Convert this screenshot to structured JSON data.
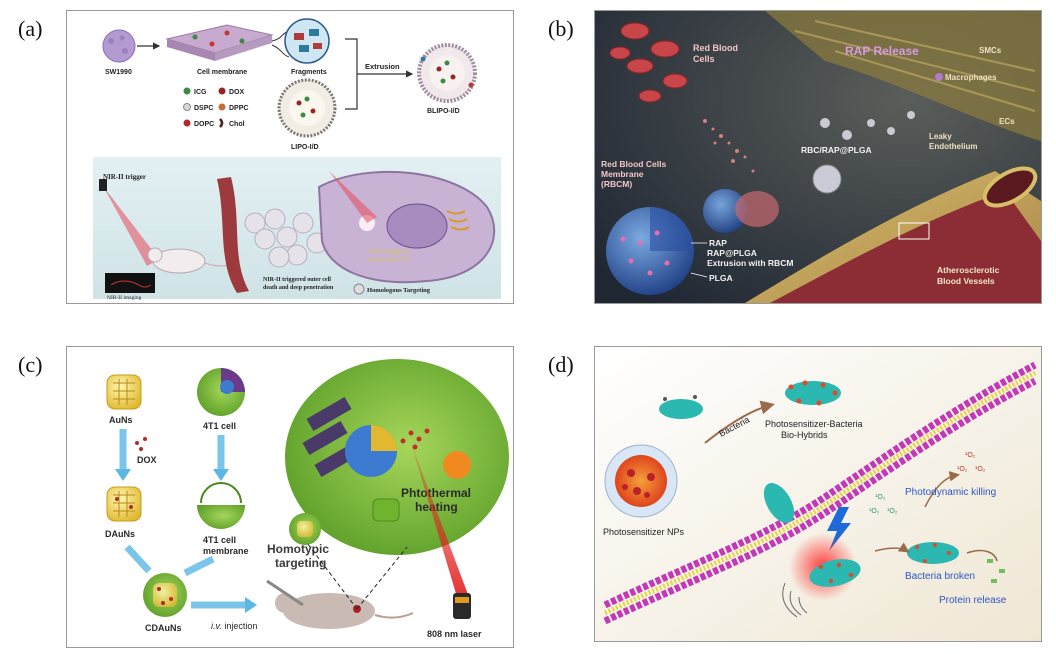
{
  "labels": {
    "a": "(a)",
    "b": "(b)",
    "c": "(c)",
    "d": "(d)"
  },
  "panel_a": {
    "sw1990": "SW1990",
    "cell_membrane": "Cell membrane",
    "fragments": "Fragments",
    "extrusion": "Extrusion",
    "lipo": "LIPO-I/D",
    "blipo": "BLIPO-I/D",
    "legend": {
      "icg": "ICG",
      "dox": "DOX",
      "dspc": "DSPC",
      "dppc": "DPPC",
      "dopc": "DOPC",
      "chol": "Chol"
    },
    "nir_trigger": "NIR-II trigger",
    "nir_imaging": "NIR-II imaging",
    "outer_death_1": "NIR-II triggered outer cell",
    "outer_death_2": "death and deep penetration",
    "ptt_1": "NIR-II triggered",
    "ptt_2": "fractionated PTT",
    "homologous": "Homologous Targeting"
  },
  "panel_b": {
    "rbc": [
      "Red Blood",
      "Cells"
    ],
    "rap_release": "RAP Release",
    "smcs": "SMCs",
    "macrophages": "Macrophages",
    "ecs": "ECs",
    "leaky": [
      "Leaky",
      "Endothelium"
    ],
    "rbc_rap_plga": "RBC/RAP@PLGA",
    "rbcm": [
      "Red Blood Cells",
      "Membrane",
      "(RBCM)"
    ],
    "rap_plga": [
      "RAP@PLGA",
      "Extrusion with RBCM"
    ],
    "rap": "RAP",
    "plga": "PLGA",
    "athero": [
      "Atherosclerotic",
      "Blood Vessels"
    ]
  },
  "panel_c": {
    "auns": "AuNs",
    "cell_4t1": "4T1 cell",
    "dox": "DOX",
    "dauns": "DAuNs",
    "membrane": [
      "4T1 cell",
      "membrane"
    ],
    "cdauns": "CDAuNs",
    "homotypic": [
      "Homotypic",
      "targeting"
    ],
    "photothermal": [
      "Phtothermal",
      "heating"
    ],
    "iv": "i.v.",
    "injection": " injection",
    "laser": "808 nm laser"
  },
  "panel_d": {
    "bacteria": "Bacteria",
    "hybrids": [
      "Photosensitizer-Bacteria",
      "Bio-Hybrids"
    ],
    "nps": "Photosensitizer NPs",
    "singlet": "¹O₂",
    "killing": "Photodynamic killing",
    "broken": "Bacteria broken",
    "protein": "Protein release"
  },
  "colors": {
    "panel_b_bg": "#2b3240",
    "rbc_red": "#c8454a",
    "membrane_magenta": "#c238b8",
    "membrane_yellow": "#e3d63c",
    "cell_green": "#7cc23a",
    "laser_red": "#e21b1b",
    "text_blue": "#2d56c9"
  }
}
